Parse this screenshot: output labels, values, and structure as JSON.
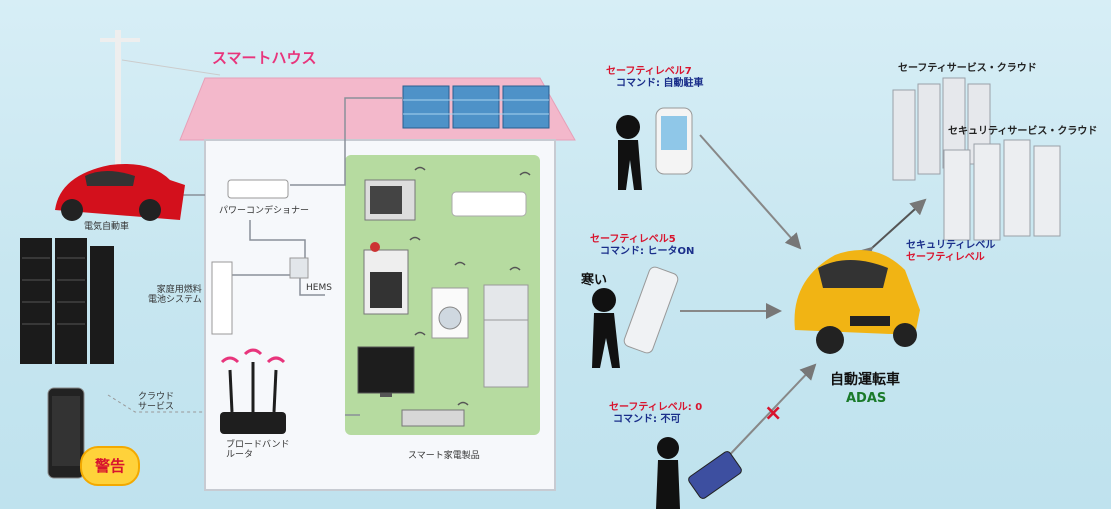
{
  "house": {
    "title": "スマートハウス",
    "power_conditioner": "パワーコンデショナー",
    "hems": "HEMS",
    "fuel_cell": [
      "家庭用燃料",
      "電池システム"
    ],
    "router": [
      "ブロードバンド",
      "ルータ"
    ],
    "appliances": "スマート家電製品"
  },
  "left": {
    "ev": "電気自動車",
    "cloud": [
      "クラウド",
      "サービス"
    ],
    "warning": "警告"
  },
  "people": [
    {
      "level": "セーフティレベル7",
      "command": "コマンド: 自動駐車"
    },
    {
      "level": "セーフティレベル5",
      "command": "コマンド: ヒータON",
      "speech": "寒い"
    },
    {
      "level": "セーフティレベル: 0",
      "command": "コマンド: 不可"
    }
  ],
  "cloud": {
    "safety": "セーフティサービス・クラウド",
    "security": "セキュリティサービス・クラウド",
    "link_security": "セキュリティレベル",
    "link_safety": "セーフティレベル"
  },
  "car": {
    "name": "自動運転車",
    "adas": "ADAS"
  },
  "colors": {
    "accent_red": "#d8142e",
    "navy": "#1a2e8a",
    "house_pink": "#e8357c"
  }
}
